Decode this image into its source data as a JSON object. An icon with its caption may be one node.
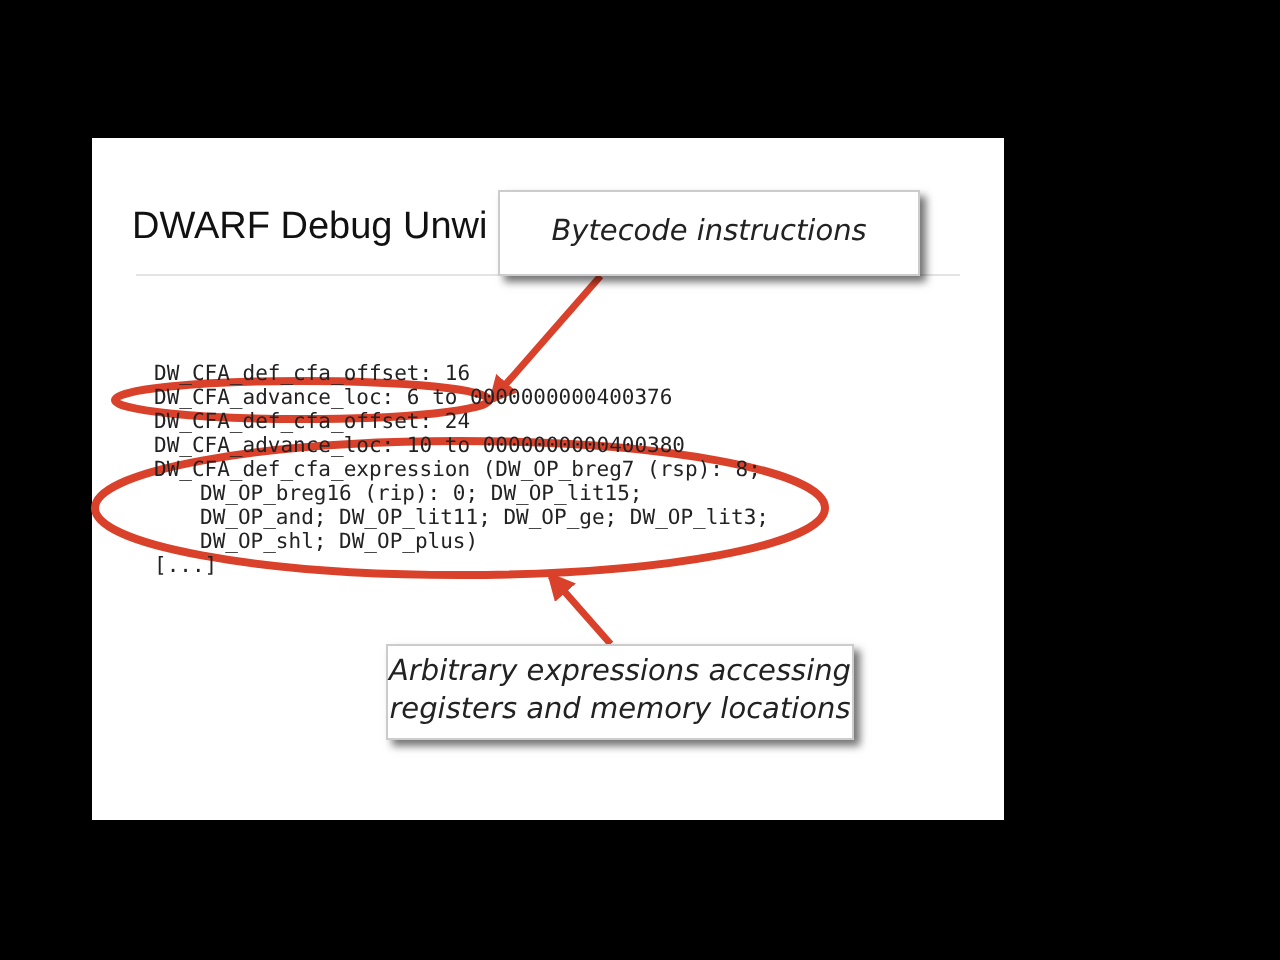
{
  "diagram": {
    "title": "DWARF Debug Unwi",
    "nodes": [
      {
        "text": [
          "Bytecode instructions"
        ]
      },
      {
        "text": [],
        "shape": "ellipse"
      },
      {
        "text": [],
        "shape": "ellipse"
      },
      {
        "text": [
          "Arbitrary expressions accessing registers and memory locations"
        ]
      }
    ],
    "edges": [
      {
        "from": 0,
        "to": 1,
        "arrow": "to"
      },
      {
        "from": 3,
        "to": 2,
        "arrow": "to"
      }
    ],
    "labels": [
      "DW_CFA_def_cfa_offset: 16",
      "DW_CFA_advance_loc: 6 to 0000000000400376",
      "DW_CFA_def_cfa_offset: 24",
      "DW_CFA_advance_loc: 10 to 0000000000400380",
      "DW_CFA_def_cfa_expression (DW_OP_breg7 (rsp): 8;",
      "DW_OP_breg16 (rip): 0; DW_OP_lit15;",
      "DW_OP_and; DW_OP_lit11; DW_OP_ge; DW_OP_lit3;",
      "DW_OP_shl; DW_OP_plus)",
      "[...]"
    ]
  }
}
